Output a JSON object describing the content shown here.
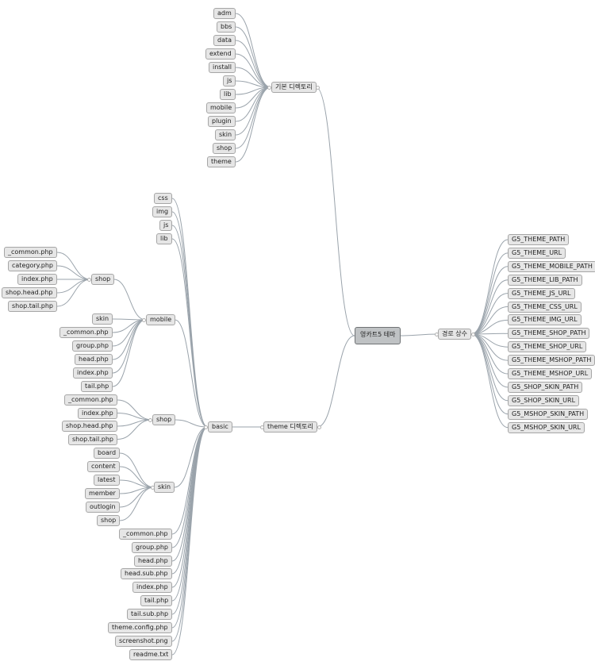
{
  "tree": {
    "label": "영카트5 테마",
    "children": [
      {
        "label": "기본 디렉토리",
        "side": "left",
        "children": [
          {
            "label": "adm"
          },
          {
            "label": "bbs"
          },
          {
            "label": "data"
          },
          {
            "label": "extend"
          },
          {
            "label": "install"
          },
          {
            "label": "js"
          },
          {
            "label": "lib"
          },
          {
            "label": "mobile"
          },
          {
            "label": "plugin"
          },
          {
            "label": "skin"
          },
          {
            "label": "shop"
          },
          {
            "label": "theme"
          }
        ]
      },
      {
        "label": "theme 디렉토리",
        "side": "left",
        "children": [
          {
            "label": "basic",
            "children": [
              {
                "label": "css"
              },
              {
                "label": "img"
              },
              {
                "label": "js"
              },
              {
                "label": "lib"
              },
              {
                "label": "mobile",
                "children": [
                  {
                    "label": "shop",
                    "children": [
                      {
                        "label": "_common.php"
                      },
                      {
                        "label": "category.php"
                      },
                      {
                        "label": "index.php"
                      },
                      {
                        "label": "shop.head.php"
                      },
                      {
                        "label": "shop.tail.php"
                      }
                    ]
                  },
                  {
                    "label": "skin"
                  },
                  {
                    "label": "_common.php"
                  },
                  {
                    "label": "group.php"
                  },
                  {
                    "label": "head.php"
                  },
                  {
                    "label": "index.php"
                  },
                  {
                    "label": "tail.php"
                  }
                ]
              },
              {
                "label": "shop",
                "children": [
                  {
                    "label": "_common.php"
                  },
                  {
                    "label": "index.php"
                  },
                  {
                    "label": "shop.head.php"
                  },
                  {
                    "label": "shop.tail.php"
                  }
                ]
              },
              {
                "label": "skin",
                "children": [
                  {
                    "label": "board"
                  },
                  {
                    "label": "content"
                  },
                  {
                    "label": "latest"
                  },
                  {
                    "label": "member"
                  },
                  {
                    "label": "outlogin"
                  },
                  {
                    "label": "shop"
                  }
                ]
              },
              {
                "label": "_common.php"
              },
              {
                "label": "group.php"
              },
              {
                "label": "head.php"
              },
              {
                "label": "head.sub.php"
              },
              {
                "label": "index.php"
              },
              {
                "label": "tail.php"
              },
              {
                "label": "tail.sub.php"
              },
              {
                "label": "theme.config.php"
              },
              {
                "label": "screenshot.png"
              },
              {
                "label": "readme.txt"
              }
            ]
          }
        ]
      },
      {
        "label": "경로 상수",
        "side": "right",
        "children": [
          {
            "label": "G5_THEME_PATH"
          },
          {
            "label": "G5_THEME_URL"
          },
          {
            "label": "G5_THEME_MOBILE_PATH"
          },
          {
            "label": "G5_THEME_LIB_PATH"
          },
          {
            "label": "G5_THEME_JS_URL"
          },
          {
            "label": "G5_THEME_CSS_URL"
          },
          {
            "label": "G5_THEME_IMG_URL"
          },
          {
            "label": "G5_THEME_SHOP_PATH"
          },
          {
            "label": "G5_THEME_SHOP_URL"
          },
          {
            "label": "G5_THEME_MSHOP_PATH"
          },
          {
            "label": "G5_THEME_MSHOP_URL"
          },
          {
            "label": "G5_SHOP_SKIN_PATH"
          },
          {
            "label": "G5_SHOP_SKIN_URL"
          },
          {
            "label": "G5_MSHOP_SKIN_PATH"
          },
          {
            "label": "G5_MSHOP_SKIN_URL"
          }
        ]
      }
    ]
  }
}
